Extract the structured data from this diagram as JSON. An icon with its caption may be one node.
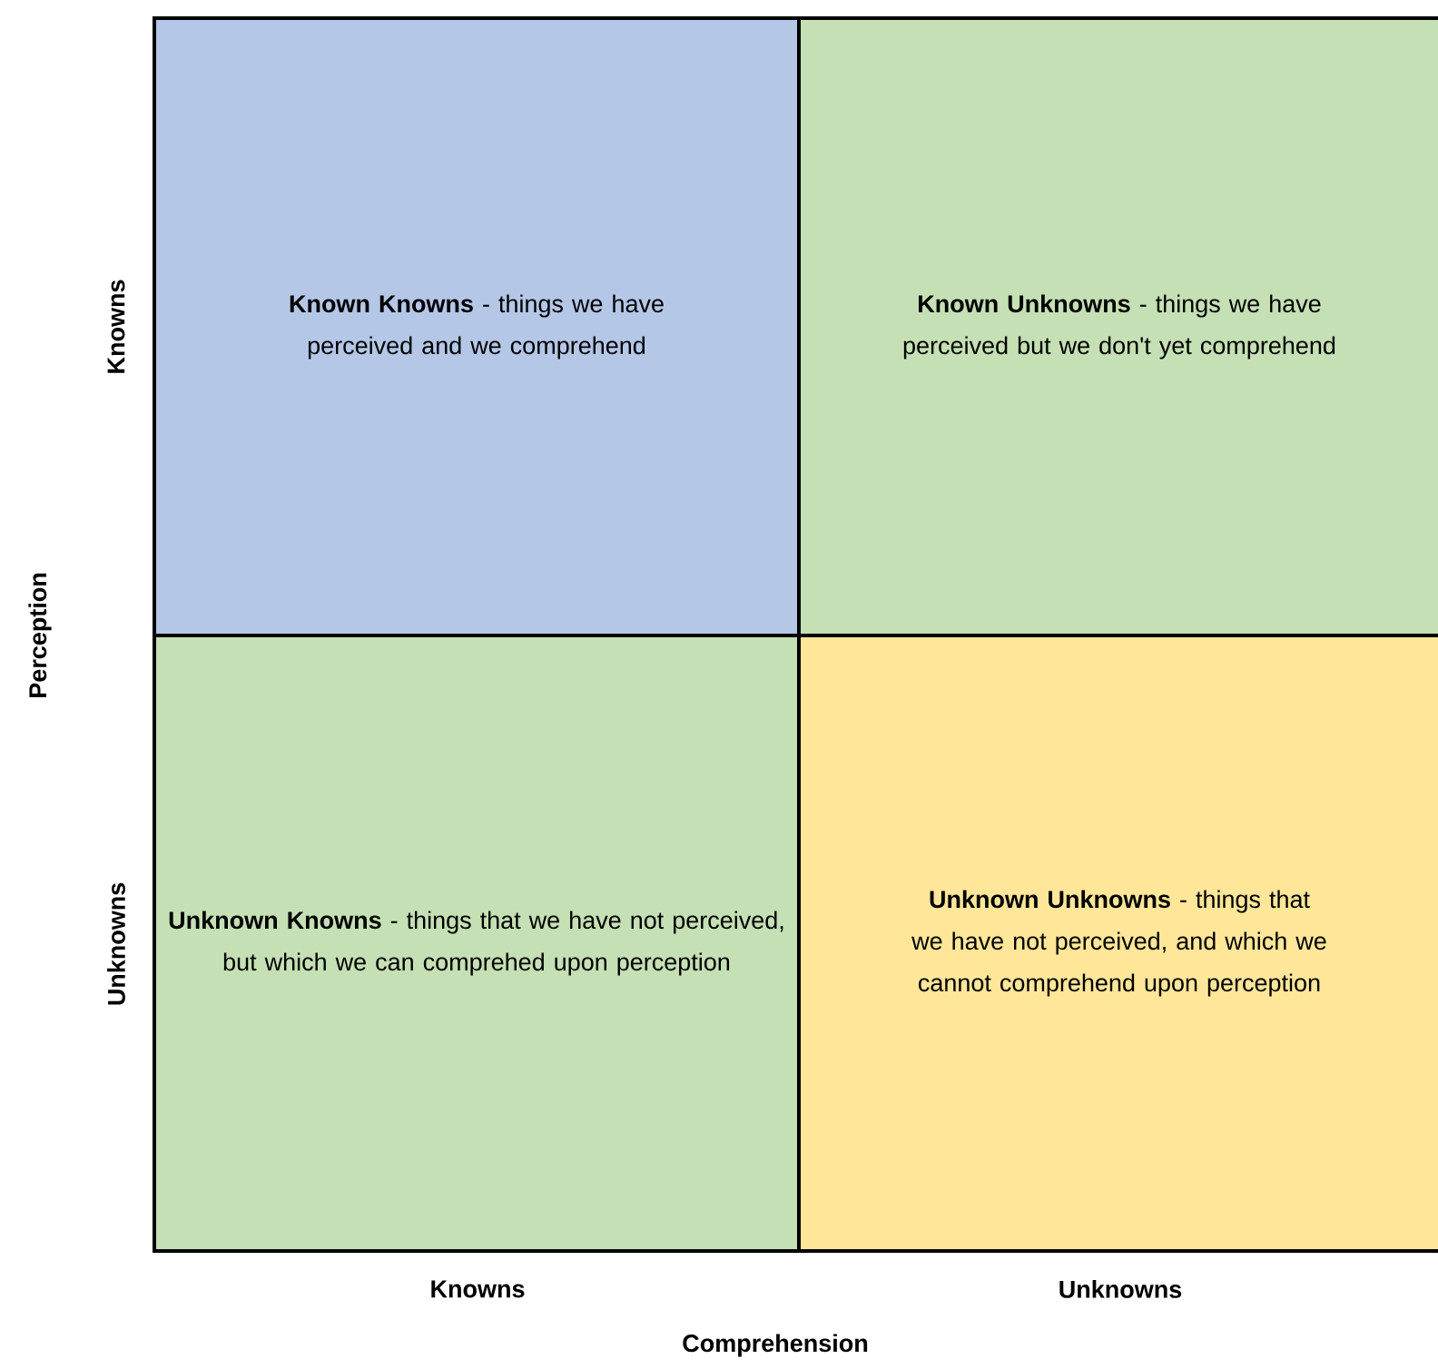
{
  "diagram": {
    "nodes": [
      {
        "text": [
          "**Known Knowns** - things we have perceived and we comprehend"
        ]
      },
      {
        "text": [
          "**Known Unknowns** - things we have perceived but we don't yet comprehend"
        ]
      },
      {
        "text": [
          "**Unknown Knowns** - things that we have not perceived, but which we can comprehed upon perception"
        ]
      },
      {
        "text": [
          "**Unknown Unknowns** - things that we have not perceived, and which we cannot comprehend upon perception"
        ]
      }
    ],
    "labels": [
      "Knowns",
      "Perception",
      "Unknowns",
      "Knowns",
      "Unknowns",
      "Comprehension"
    ]
  }
}
